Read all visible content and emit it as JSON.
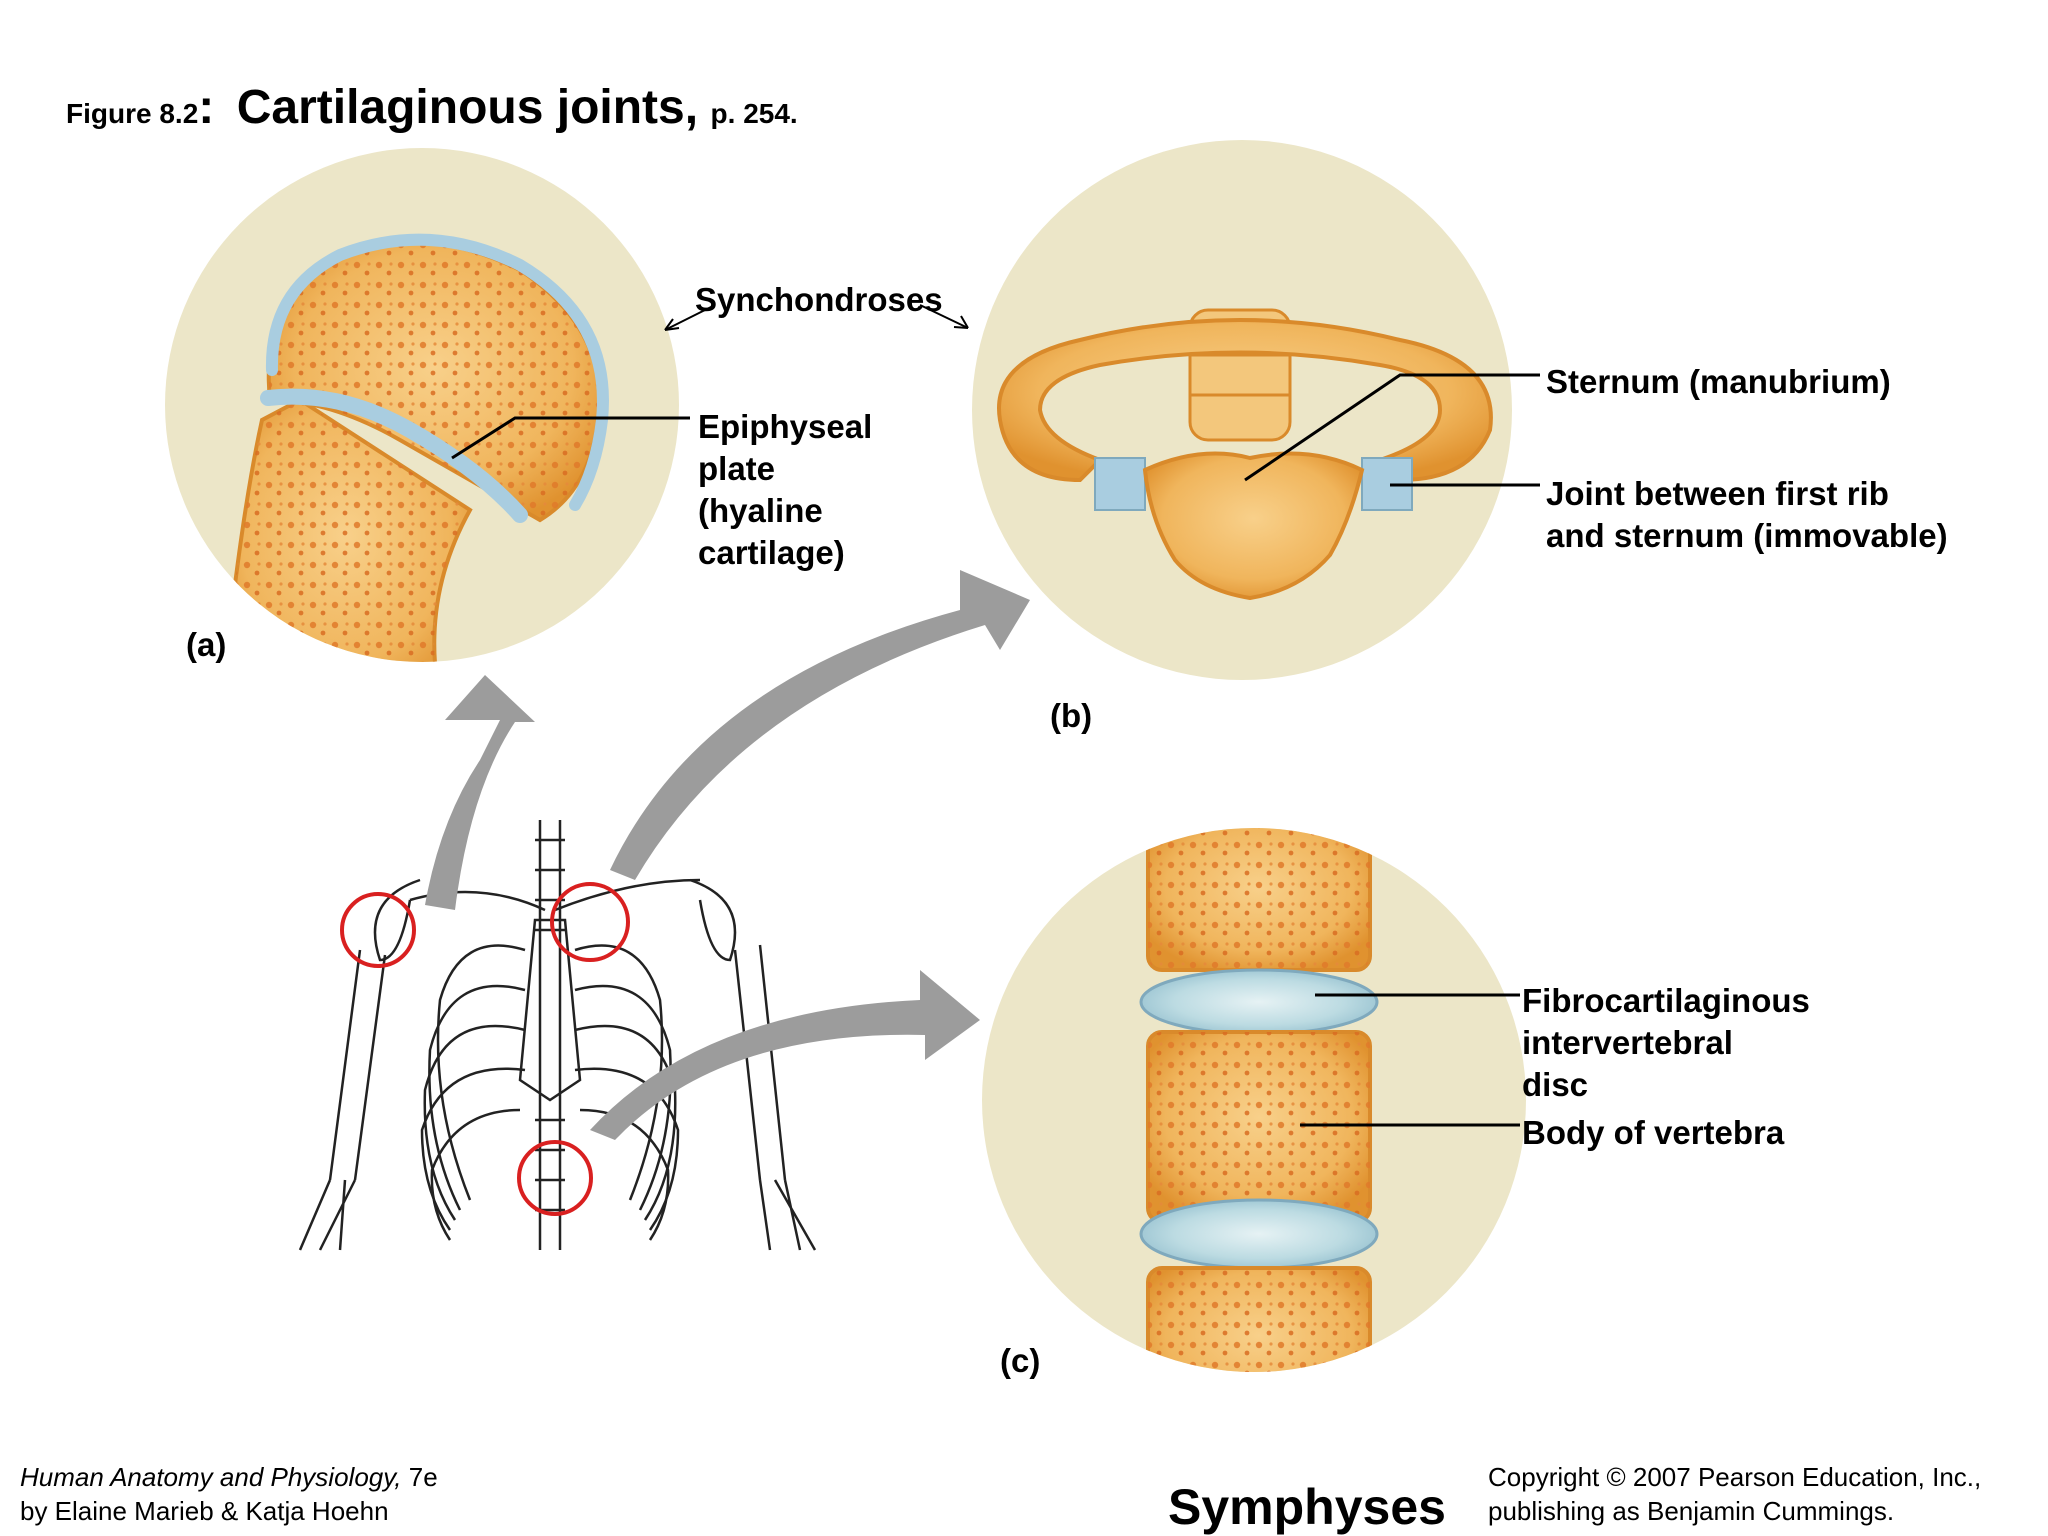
{
  "figure": {
    "prefix": "Figure 8.2",
    "colon": ":",
    "title": "Cartilaginous joints,",
    "page_ref": "p. 254."
  },
  "labels": {
    "synchondroses": "Synchondroses",
    "epiphyseal_plate": [
      "Epiphyseal",
      "plate",
      "(hyaline",
      "cartilage)"
    ],
    "sternum": "Sternum (manubrium)",
    "first_rib_joint": [
      "Joint between first rib",
      "and sternum (immovable)"
    ],
    "fibrocartilaginous_disc": [
      "Fibrocartilaginous",
      "intervertebral",
      "disc"
    ],
    "vertebral_body": "Body of vertebra",
    "symphyses": "Symphyses"
  },
  "panels": {
    "a": "(a)",
    "b": "(b)",
    "c": "(c)"
  },
  "footer": {
    "book_title": "Human Anatomy and Physiology,",
    "edition": " 7e",
    "authors": "by Elaine Marieb & Katja Hoehn",
    "copyright_line1": "Copyright © 2007 Pearson Education, Inc.,",
    "copyright_line2": "publishing as Benjamin Cummings."
  },
  "colors": {
    "panel_bg": "#ece6c8",
    "bone": "#f1b45a",
    "bone_edge": "#d98a2b",
    "cartilage": "#a9cde0",
    "arrow": "#9c9c9c",
    "highlight_circle": "#d92020"
  }
}
